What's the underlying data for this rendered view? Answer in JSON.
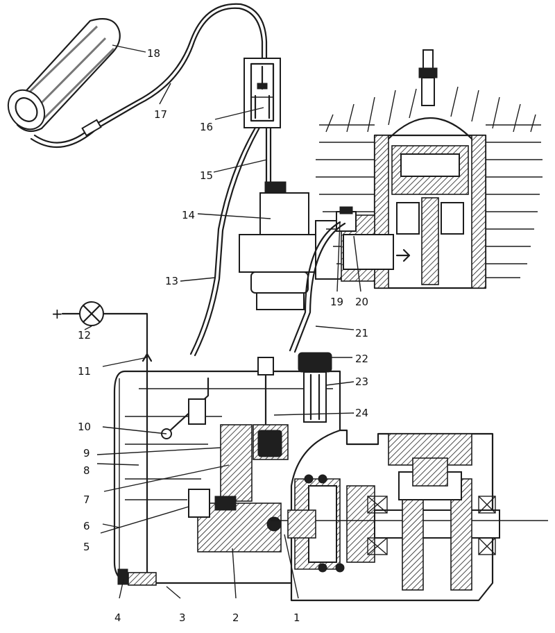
{
  "callouts": [
    {
      "id": 1,
      "text": "1"
    },
    {
      "id": 2,
      "text": "2"
    },
    {
      "id": 3,
      "text": "3"
    },
    {
      "id": 4,
      "text": "4"
    },
    {
      "id": 5,
      "text": "5"
    },
    {
      "id": 6,
      "text": "6"
    },
    {
      "id": 7,
      "text": "7"
    },
    {
      "id": 8,
      "text": "8"
    },
    {
      "id": 9,
      "text": "9"
    },
    {
      "id": 10,
      "text": "10"
    },
    {
      "id": 11,
      "text": "11"
    },
    {
      "id": 12,
      "text": "12"
    },
    {
      "id": 13,
      "text": "13"
    },
    {
      "id": 14,
      "text": "14"
    },
    {
      "id": 15,
      "text": "15"
    },
    {
      "id": 16,
      "text": "16"
    },
    {
      "id": 17,
      "text": "17"
    },
    {
      "id": 18,
      "text": "18"
    },
    {
      "id": 19,
      "text": "19"
    },
    {
      "id": 20,
      "text": "20"
    },
    {
      "id": 21,
      "text": "21"
    },
    {
      "id": 22,
      "text": "22"
    },
    {
      "id": 23,
      "text": "23"
    },
    {
      "id": 24,
      "text": "24"
    }
  ],
  "circuit": {
    "plus_sign": "+"
  }
}
